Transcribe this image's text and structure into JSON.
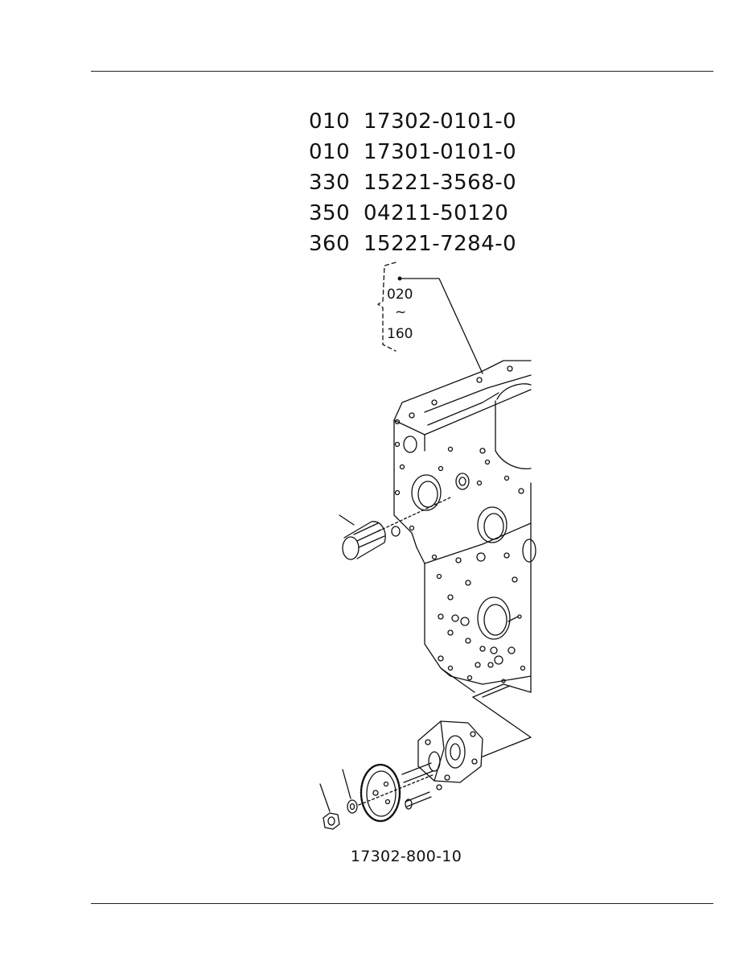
{
  "parts": [
    {
      "ref": "010",
      "part_no": "17302-0101-0"
    },
    {
      "ref": "010",
      "part_no": "17301-0101-0"
    },
    {
      "ref": "330",
      "part_no": "15221-3568-0"
    },
    {
      "ref": "350",
      "part_no": "04211-50120"
    },
    {
      "ref": "360",
      "part_no": "15221-7284-0"
    }
  ],
  "range_labels": {
    "from": "020",
    "tilde": "~",
    "to": "160"
  },
  "figure_caption": "17302-800-10"
}
